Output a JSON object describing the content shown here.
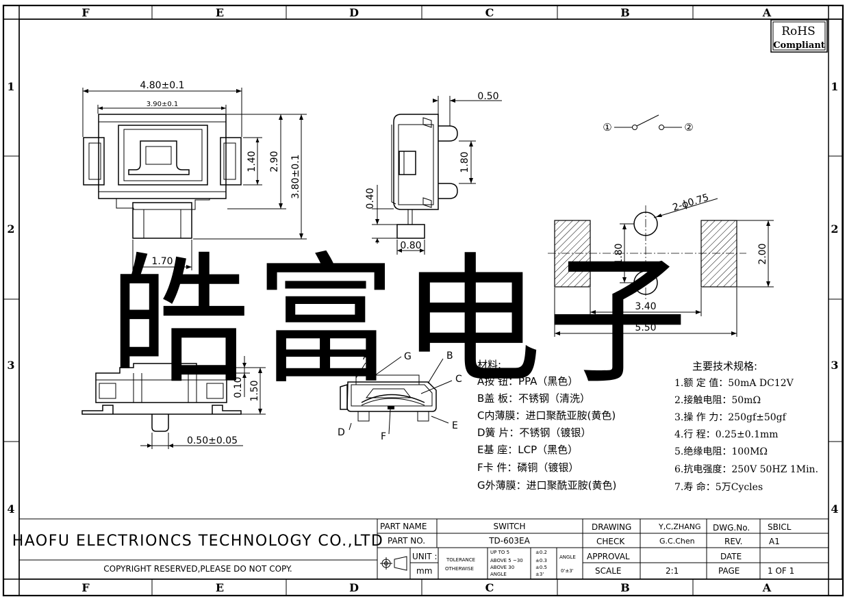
{
  "border": {
    "columns": [
      "F",
      "E",
      "D",
      "C",
      "B",
      "A"
    ],
    "rows": [
      "1",
      "2",
      "3",
      "4"
    ]
  },
  "rohs": {
    "line1": "RoHS",
    "line2": "Compliant"
  },
  "watermark": "皓富电子",
  "dimensions": {
    "top_outer_width": "4.80±0.1",
    "top_inner_width": "3.90±0.1",
    "top_height_140": "1.40",
    "top_height_290": "2.90",
    "top_height_380": "3.80±0.1",
    "top_stem_width": "1.70",
    "side_050": "0.50",
    "side_180": "1.80",
    "side_040": "0.40",
    "side_080": "0.80",
    "front_010": "0.10",
    "front_150": "1.50",
    "front_050": "0.50±0.05",
    "pad_holes": "2-ϕ0.75",
    "pad_180": "1.80",
    "pad_200": "2.00",
    "pad_340": "3.40",
    "pad_550": "5.50"
  },
  "schematic": {
    "pin1": "①",
    "pin2": "②"
  },
  "callouts": [
    "A",
    "G",
    "B",
    "C",
    "D",
    "F",
    "E"
  ],
  "materials": {
    "title": "材料:",
    "items": [
      "A按  钮：PPA（黑色）",
      "B盖  板：不锈钢（清洗）",
      "C内薄膜：进口聚酰亚胺(黄色)",
      "D簧  片：不锈钢（镀银）",
      "E基  座：LCP（黑色）",
      "F卡  件：磷铜（镀银）",
      "G外薄膜：进口聚酰亚胺(黄色)"
    ]
  },
  "specs": {
    "title": "主要技术规格:",
    "items": [
      "1.额 定 值：50mA DC12V",
      "2.接触电阻：50mΩ",
      "3.操 作 力：250gf±50gf",
      "4.行    程：0.25±0.1mm",
      "5.绝缘电阻：100MΩ",
      "6.抗电强度：250V 50HZ 1Min.",
      "7.寿    命：5万Cycles"
    ]
  },
  "title_block": {
    "company": "HAOFU ELECTRIONCS TECHNOLOGY CO.,LTD",
    "copyright": "COPYRIGHT RESERVED,PLEASE DO NOT COPY.",
    "part_name_label": "PART NAME",
    "part_name_value": "SWITCH",
    "part_no_label": "PART NO.",
    "part_no_value": "TD-603EA",
    "unit_label": "UNIT :",
    "unit_value": "mm",
    "tolerance_label": "TOLERANCE",
    "otherwise_label": "OTHERWISE",
    "tol_rows": [
      "UP TO 5",
      "ABOVE 5 ~30",
      "ABOVE 30"
    ],
    "tol_values": [
      "±0.2",
      "±0.3",
      "±0.5"
    ],
    "angle_label": "ANGLE",
    "angle_label2": "ANGLE",
    "angle_tol_small": "±3'",
    "angle_value": "0'±3'",
    "drawing_label": "DRAWING",
    "drawing_value": "Y,C,ZHANG",
    "check_label": "CHECK",
    "check_value": "G.C.Chen",
    "approval_label": "APPROVAL",
    "scale_label": "SCALE",
    "scale_value": "2:1",
    "dwg_label": "DWG.No.",
    "dwg_value": "SBICL",
    "rev_label": "REV.",
    "rev_value": "A1",
    "date_label": "DATE",
    "page_label": "PAGE",
    "page_value": "1 OF 1"
  }
}
